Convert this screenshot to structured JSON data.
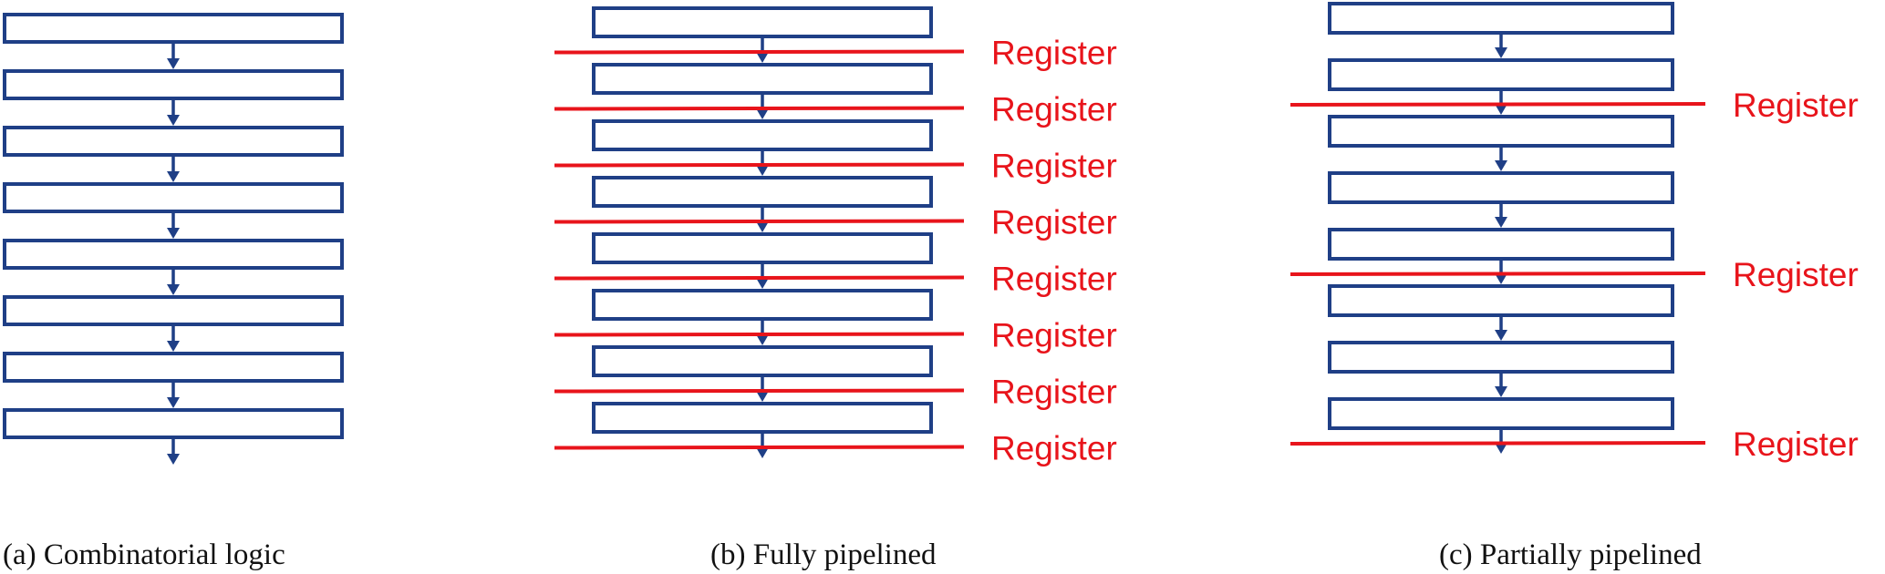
{
  "panels": [
    {
      "caption": "(a) Combinatorial logic",
      "stages": 8,
      "registers": []
    },
    {
      "caption": "(b) Fully pipelined",
      "stages": 8,
      "registers": [
        {
          "after_stage": 1,
          "label": "Register"
        },
        {
          "after_stage": 2,
          "label": "Register"
        },
        {
          "after_stage": 3,
          "label": "Register"
        },
        {
          "after_stage": 4,
          "label": "Register"
        },
        {
          "after_stage": 5,
          "label": "Register"
        },
        {
          "after_stage": 6,
          "label": "Register"
        },
        {
          "after_stage": 7,
          "label": "Register"
        },
        {
          "after_stage": 8,
          "label": "Register"
        }
      ]
    },
    {
      "caption": "(c) Partially pipelined",
      "stages": 8,
      "registers": [
        {
          "after_stage": 2,
          "label": "Register"
        },
        {
          "after_stage": 5,
          "label": "Register"
        },
        {
          "after_stage": 8,
          "label": "Register"
        }
      ]
    }
  ],
  "colors": {
    "stage_stroke": "#1f3f86",
    "register": "#e8141b"
  }
}
